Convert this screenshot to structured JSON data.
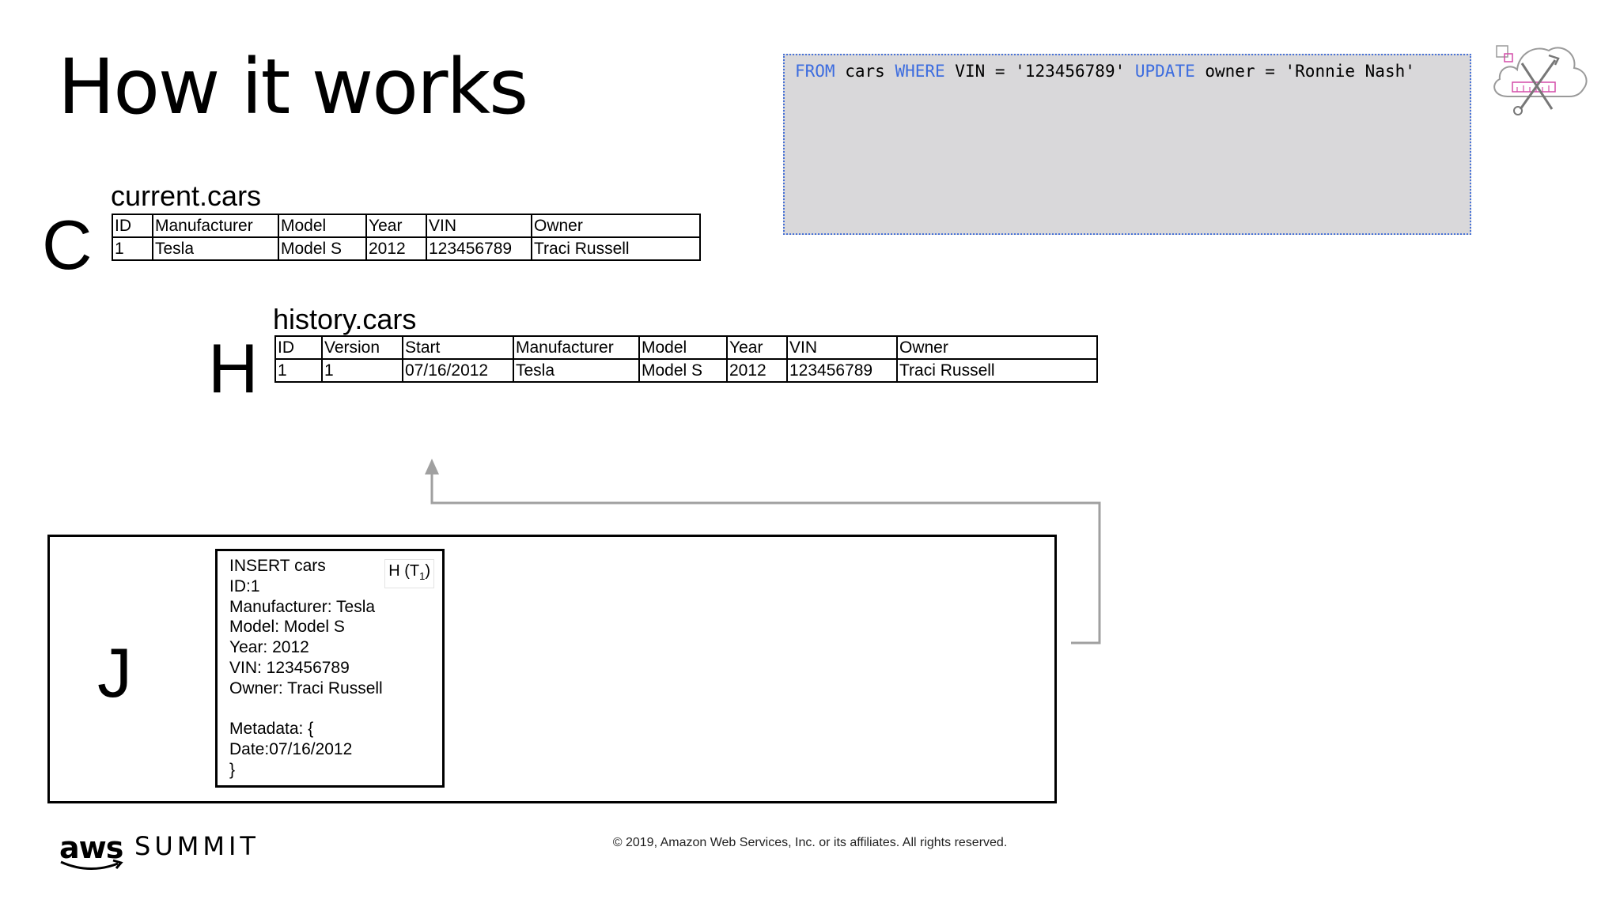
{
  "slide": {
    "title": "How it works",
    "footer": "© 2019, Amazon Web Services, Inc. or its affiliates. All rights reserved.",
    "brand": {
      "aws": "aws",
      "event": "SUMMIT"
    }
  },
  "query": {
    "tokens": [
      {
        "text": "FROM",
        "keyword": true
      },
      {
        "text": " cars ",
        "keyword": false
      },
      {
        "text": "WHERE",
        "keyword": true
      },
      {
        "text": " VIN = '123456789' ",
        "keyword": false
      },
      {
        "text": "UPDATE",
        "keyword": true
      },
      {
        "text": " owner = 'Ronnie Nash'",
        "keyword": false
      }
    ]
  },
  "current": {
    "letter": "C",
    "title": "current.cars",
    "columns": [
      "ID",
      "Manufacturer",
      "Model",
      "Year",
      "VIN",
      "Owner"
    ],
    "rows": [
      [
        "1",
        "Tesla",
        "Model S",
        "2012",
        "123456789",
        "Traci Russell"
      ]
    ]
  },
  "history": {
    "letter": "H",
    "title": "history.cars",
    "columns": [
      "ID",
      "Version",
      "Start",
      "Manufacturer",
      "Model",
      "Year",
      "VIN",
      "Owner"
    ],
    "rows": [
      [
        "1",
        "1",
        "07/16/2012",
        "Tesla",
        "Model S",
        "2012",
        "123456789",
        "Traci Russell"
      ]
    ]
  },
  "journal": {
    "letter": "J",
    "record": {
      "tag": "H (T",
      "tag_sub": "1",
      "tag_close": ")",
      "lines": [
        "INSERT cars",
        "ID:1",
        "Manufacturer: Tesla",
        "Model: Model S",
        "Year: 2012",
        "VIN: 123456789",
        "Owner: Traci Russell",
        "",
        "Metadata: {",
        "Date:07/16/2012",
        "}"
      ]
    }
  },
  "colors": {
    "keyword": "#3c6cdf",
    "code_bg": "#d9d8da",
    "code_border": "#4a74d8",
    "arrow": "#a0a0a0",
    "icon_pink": "#d44ca8"
  },
  "icons": [
    "cloud-tools-icon",
    "aws-smile-icon"
  ]
}
